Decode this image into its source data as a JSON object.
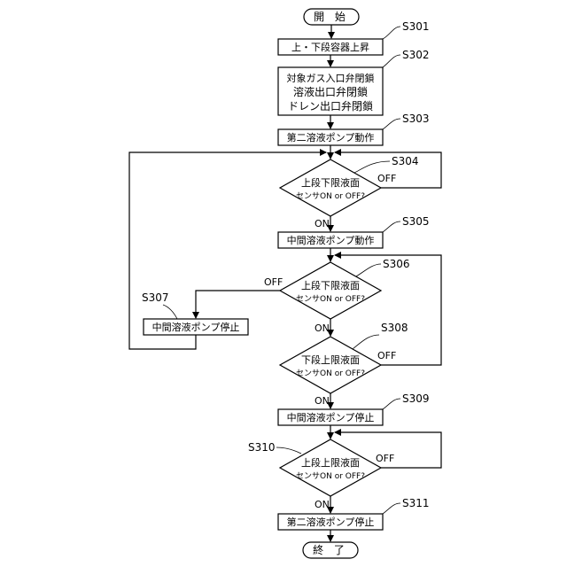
{
  "start": "開 始",
  "end": "終 了",
  "steps": {
    "s301": {
      "id": "S301",
      "text": "上・下段容器上昇"
    },
    "s302": {
      "id": "S302",
      "lines": [
        "対象ガス入口弁閉鎖",
        "溶液出口弁閉鎖",
        "ドレン出口弁閉鎖"
      ]
    },
    "s303": {
      "id": "S303",
      "text": "第二溶液ポンプ動作"
    },
    "s304": {
      "id": "S304",
      "line1": "上段下限液面",
      "line2": "センサON or OFF?"
    },
    "s305": {
      "id": "S305",
      "text": "中間溶液ポンプ動作"
    },
    "s306": {
      "id": "S306",
      "line1": "上段下限液面",
      "line2": "センサON or OFF?"
    },
    "s307": {
      "id": "S307",
      "text": "中間溶液ポンプ停止"
    },
    "s308": {
      "id": "S308",
      "line1": "下段上限液面",
      "line2": "センサON or OFF?"
    },
    "s309": {
      "id": "S309",
      "text": "中間溶液ポンプ停止"
    },
    "s310": {
      "id": "S310",
      "line1": "上段上限液面",
      "line2": "センサON or OFF?"
    },
    "s311": {
      "id": "S311",
      "text": "第二溶液ポンプ停止"
    }
  },
  "edges": {
    "on": "ON",
    "off": "OFF"
  }
}
